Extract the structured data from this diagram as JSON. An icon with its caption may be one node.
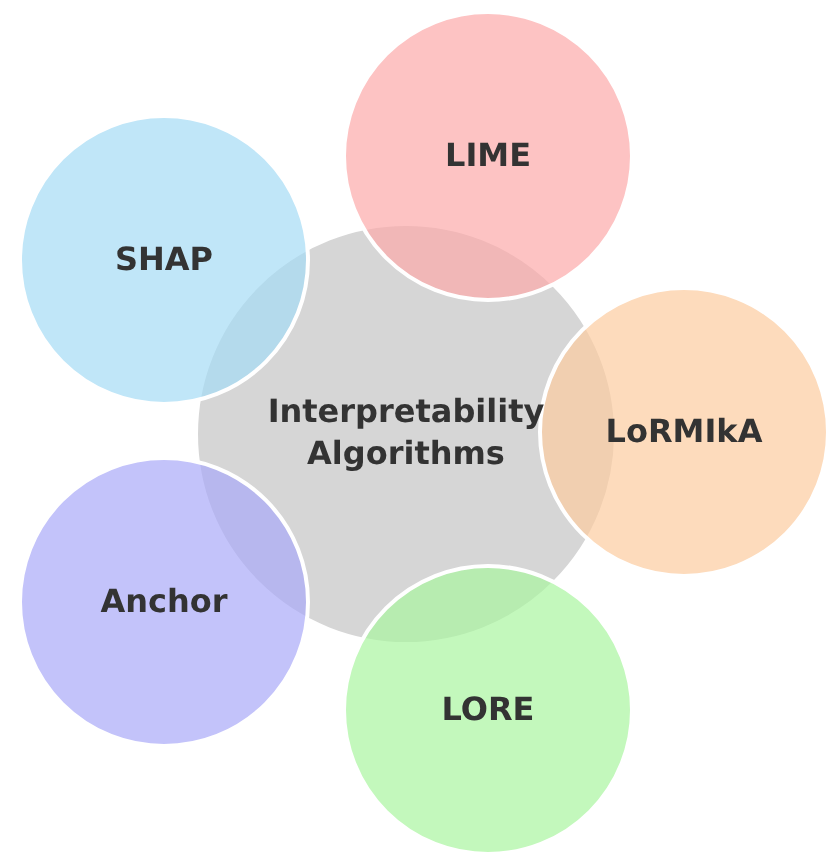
{
  "diagram": {
    "nodes": [
      {
        "text": [
          "Interpretability Algorithms"
        ]
      },
      {
        "text": [
          "LIME"
        ]
      },
      {
        "text": [
          "LoRMIkA"
        ]
      },
      {
        "text": [
          "LORE"
        ]
      },
      {
        "text": [
          "Anchor"
        ]
      },
      {
        "text": [
          "SHAP"
        ]
      }
    ]
  }
}
